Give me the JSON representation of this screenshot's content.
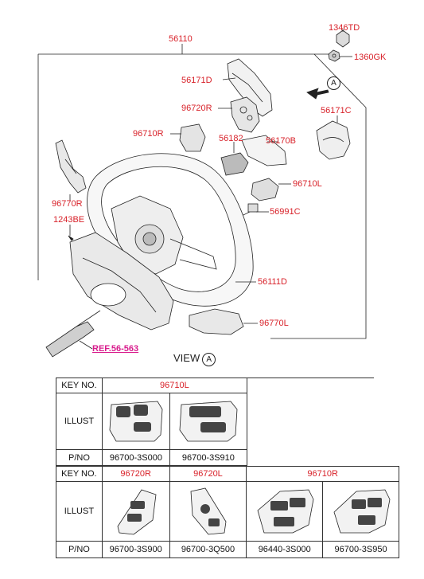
{
  "callouts": {
    "c1346TD": "1346TD",
    "c1360GK": "1360GK",
    "c56110": "56110",
    "c56171D": "56171D",
    "c96720R": "96720R",
    "c56171C": "56171C",
    "c96710R": "96710R",
    "c56182": "56182",
    "c56170B": "56170B",
    "c96710L": "96710L",
    "c96770R": "96770R",
    "c1243BE": "1243BE",
    "c56991C": "56991C",
    "c56111D": "56111D",
    "c96770L": "96770L"
  },
  "view_label": "A",
  "ref_text": "REF.56-563",
  "view_title": "VIEW",
  "view_mark": "A",
  "table1": {
    "key_label": "KEY NO.",
    "key_value": "96710L",
    "illust_label": "ILLUST",
    "pno_label": "P/NO",
    "parts": [
      "96700-3S000",
      "96700-3S910"
    ]
  },
  "table2": {
    "key_label": "KEY NO.",
    "key_values": [
      "96720R",
      "96720L",
      "96710R"
    ],
    "illust_label": "ILLUST",
    "pno_label": "P/NO",
    "parts": [
      "96700-3S900",
      "96700-3Q500",
      "96440-3S000",
      "96700-3S950"
    ]
  },
  "colors": {
    "callout": "#d8222a",
    "ref": "#d81b8c",
    "line": "#222222"
  }
}
